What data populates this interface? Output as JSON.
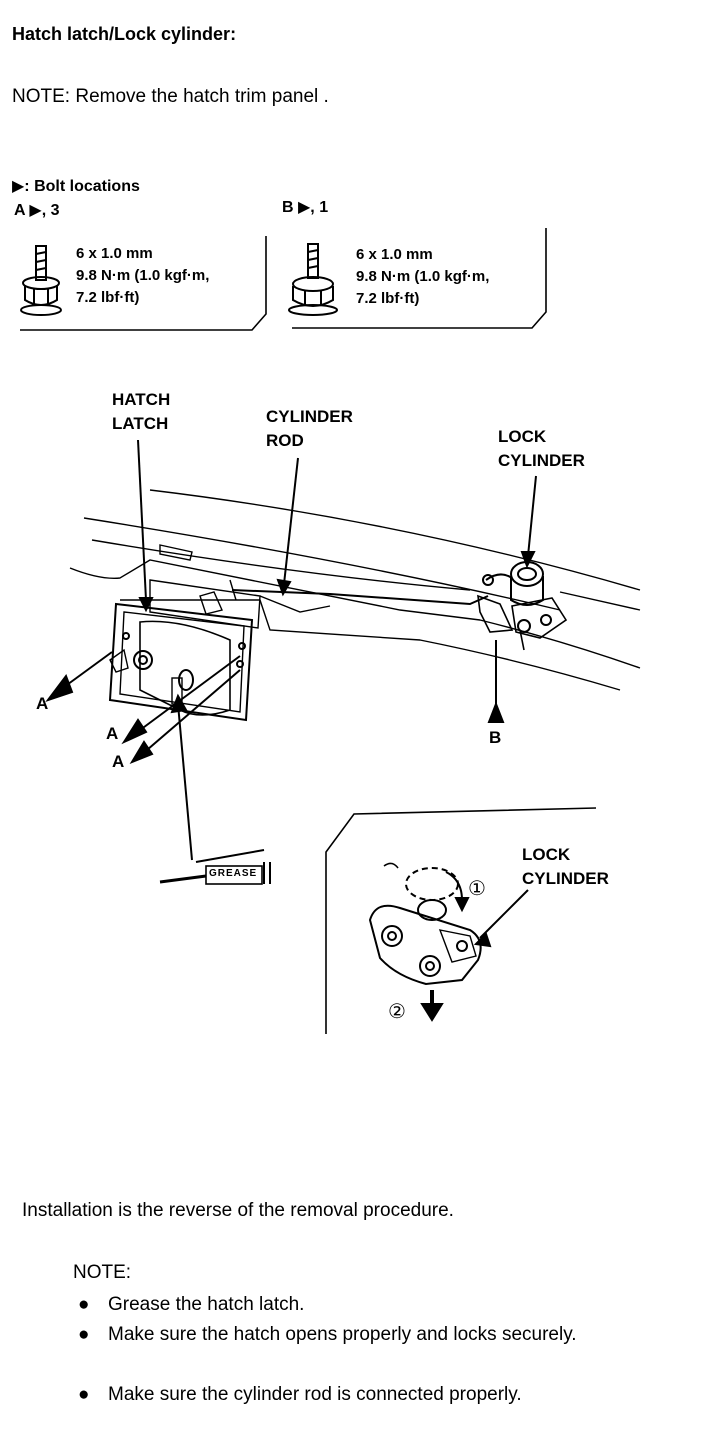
{
  "heading": "Hatch latch/Lock cylinder:",
  "note_top": {
    "label": "NOTE:",
    "text": "Remove the hatch trim panel ."
  },
  "legend": "▶: Bolt locations",
  "bolt_a": {
    "label": "A ▶, 3",
    "size": "6 x 1.0 mm",
    "torque_1": "9.8 N·m (1.0 kgf·m,",
    "torque_2": "7.2 lbf·ft)"
  },
  "bolt_b": {
    "label": "B ▶, 1",
    "size": "6 x 1.0 mm",
    "torque_1": "9.8 N·m (1.0 kgf·m,",
    "torque_2": "7.2 lbf·ft)"
  },
  "callouts": {
    "hatch_latch_1": "HATCH",
    "hatch_latch_2": "LATCH",
    "cylinder_rod_1": "CYLINDER",
    "cylinder_rod_2": "ROD",
    "lock_cylinder_1": "LOCK",
    "lock_cylinder_2": "CYLINDER",
    "lock_cylinder_detail_1": "LOCK",
    "lock_cylinder_detail_2": "CYLINDER",
    "grease": "GREASE",
    "step_1": "①",
    "step_2": "②"
  },
  "pointers": {
    "a": "A",
    "b": "B"
  },
  "installation": "Installation is the reverse of the removal procedure.",
  "note_bottom": {
    "label": "NOTE:",
    "bullet": "●",
    "items": [
      "Grease the hatch latch.",
      "Make sure the hatch opens properly and locks securely.",
      "Make sure the cylinder rod is connected properly."
    ]
  }
}
